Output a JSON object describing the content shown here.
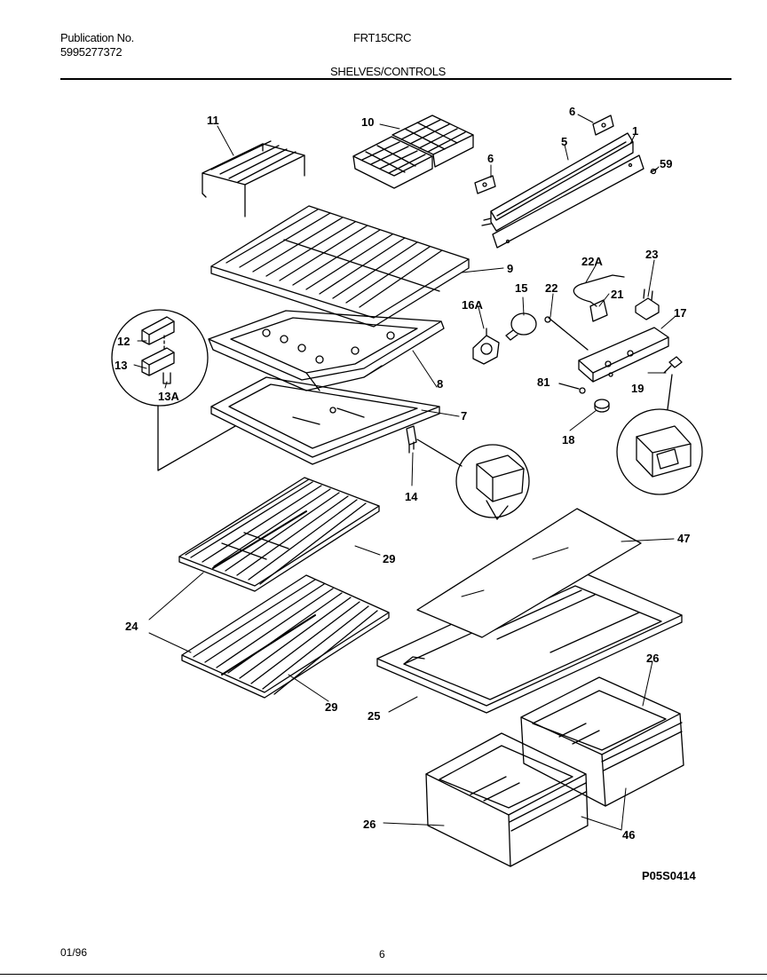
{
  "header": {
    "pub_label": "Publication No.",
    "pub_number": "5995277372",
    "model": "FRT15CRC",
    "section": "SHELVES/CONTROLS"
  },
  "diagram": {
    "code": "P05S0414",
    "callouts": {
      "c1": "1",
      "c5": "5",
      "c6a": "6",
      "c6b": "6",
      "c59": "59",
      "c10": "10",
      "c11": "11",
      "c9": "9",
      "c8": "8",
      "c7": "7",
      "c12": "12",
      "c13": "13",
      "c13a": "13A",
      "c14": "14",
      "c15": "15",
      "c16a": "16A",
      "c17": "17",
      "c18": "18",
      "c19": "19",
      "c21": "21",
      "c22": "22",
      "c22a": "22A",
      "c23": "23",
      "c81": "81",
      "c24": "24",
      "c29a": "29",
      "c29b": "29",
      "c47": "47",
      "c25": "25",
      "c26a": "26",
      "c26b": "26",
      "c46": "46"
    }
  },
  "footer": {
    "date": "01/96",
    "page": "6"
  }
}
